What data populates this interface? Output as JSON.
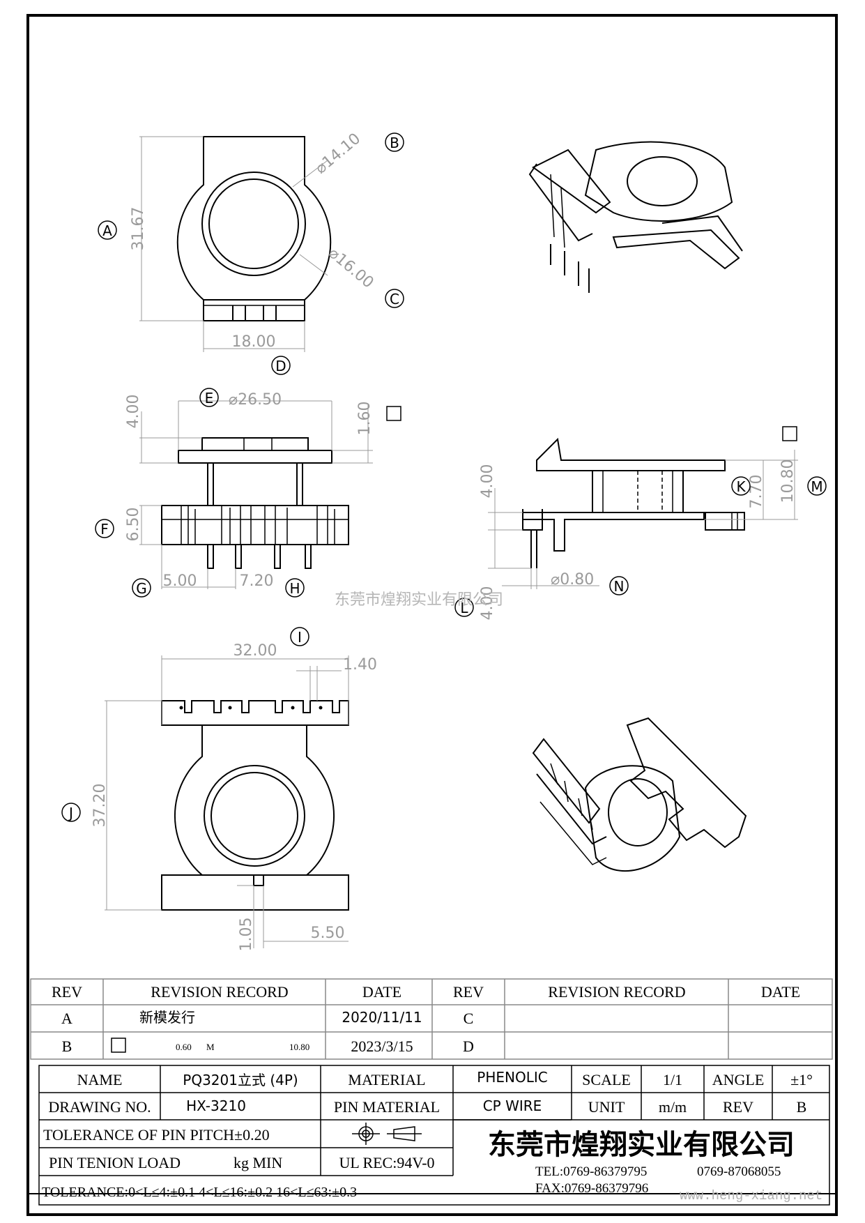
{
  "dimensions": {
    "top_height": "31.67",
    "top_inner_dia": "⌀14.10",
    "top_outer_dia": "⌀16.00",
    "top_width": "18.00",
    "side_flange_dia": "⌀26.50",
    "side_top_height": "4.00",
    "side_flange_thk": "1.60",
    "side_base_height": "6.50",
    "pin_offset": "5.00",
    "pin_pitch": "7.20",
    "right_pin_len": "4.00",
    "right_k": "7.70",
    "right_m": "10.80",
    "right_pin_dia": "⌀0.80",
    "right_l": "4.00",
    "bottom_width": "32.00",
    "bottom_slot": "1.40",
    "bottom_height": "37.20",
    "bottom_foot": "1.05",
    "bottom_gap": "5.50"
  },
  "markers": [
    "A",
    "B",
    "C",
    "D",
    "E",
    "F",
    "G",
    "H",
    "I",
    "J",
    "K",
    "L",
    "M",
    "N"
  ],
  "watermark_center": "东莞市煌翔实业有限公司",
  "revision_table": {
    "headers": [
      "REV",
      "REVISION RECORD",
      "DATE",
      "REV",
      "REVISION RECORD",
      "DATE"
    ],
    "rows": [
      {
        "rev": "A",
        "record": "新模发行",
        "date": "2020/11/11",
        "rev2": "C",
        "record2": "",
        "date2": ""
      },
      {
        "rev": "B",
        "record_a": "0.60",
        "record_b": "M",
        "record_c": "10.80",
        "date": "2023/3/15",
        "rev2": "D",
        "record2": "",
        "date2": ""
      }
    ]
  },
  "title_block": {
    "name_label": "NAME",
    "name_value": "PQ3201立式 (4P)",
    "material_label": "MATERIAL",
    "material_value": "PHENOLIC",
    "scale_label": "SCALE",
    "scale_value": "1/1",
    "angle_label": "ANGLE",
    "angle_value": "±1°",
    "drawing_label": "DRAWING NO.",
    "drawing_value": "HX-3210",
    "pin_material_label": "PIN MATERIAL",
    "pin_material_value": "CP WIRE",
    "unit_label": "UNIT",
    "unit_value": "m/m",
    "rev_label": "REV",
    "rev_value": "B",
    "tol_pitch": "TOLERANCE OF PIN PITCH±0.20",
    "pin_load_a": "PIN TENION LOAD",
    "pin_load_b": "kg MIN",
    "ul": "UL REC:94V-0",
    "tolerance": "TOLERANCE:0<L≤4:±0.1  4<L≤16:±0.2  16<L≤63:±0.3",
    "company": "东莞市煌翔实业有限公司",
    "tel": "TEL:0769-86379795",
    "tel2": "0769-87068055",
    "fax": "FAX:0769-86379796",
    "website": "www.heng-xiang.net"
  }
}
